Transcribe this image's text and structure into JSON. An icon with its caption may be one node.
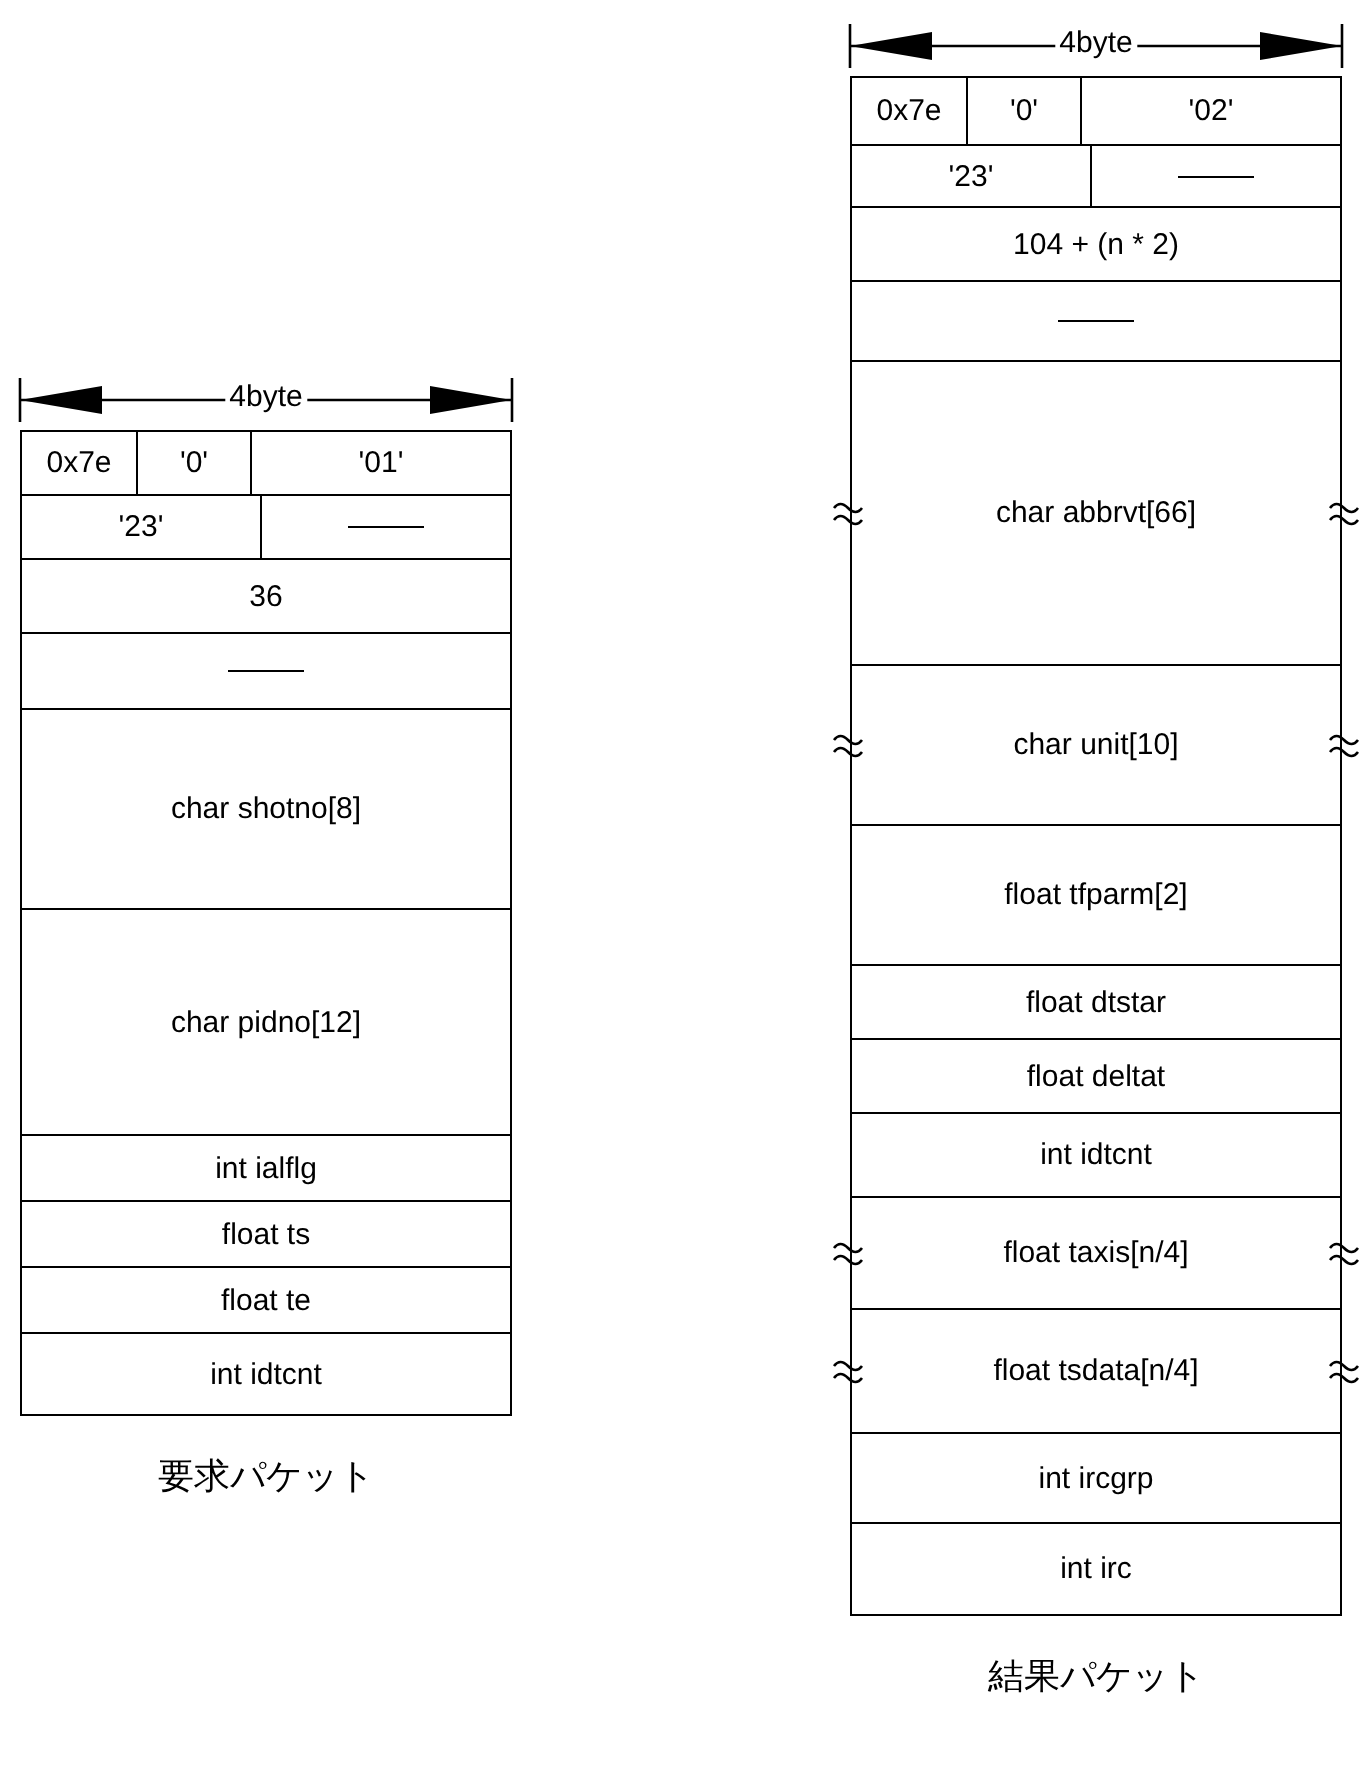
{
  "diagram": {
    "nodes": [
      {
        "text": [
          "要求パケット"
        ]
      },
      {
        "text": [
          "0x7e"
        ],
        "in": 0
      },
      {
        "text": [
          "'0'"
        ],
        "in": 0
      },
      {
        "text": [
          "'01'"
        ],
        "in": 0
      },
      {
        "text": [
          "'23'"
        ],
        "in": 0
      },
      {
        "text": [],
        "shape": "box",
        "in": 0
      },
      {
        "text": [
          "36"
        ],
        "in": 0
      },
      {
        "text": [],
        "shape": "box",
        "in": 0
      },
      {
        "text": [
          "char shotno[8]"
        ],
        "in": 0
      },
      {
        "text": [
          "char pidno[12]"
        ],
        "in": 0
      },
      {
        "text": [
          "int ialflg"
        ],
        "in": 0
      },
      {
        "text": [
          "float ts"
        ],
        "in": 0
      },
      {
        "text": [
          "float te"
        ],
        "in": 0
      },
      {
        "text": [
          "int idtcnt"
        ],
        "in": 0
      },
      {
        "text": [
          "結果パケット"
        ]
      },
      {
        "text": [
          "0x7e"
        ],
        "in": 14
      },
      {
        "text": [
          "'0'"
        ],
        "in": 14
      },
      {
        "text": [
          "'02'"
        ],
        "in": 14
      },
      {
        "text": [
          "'23'"
        ],
        "in": 14
      },
      {
        "text": [],
        "shape": "box",
        "in": 14
      },
      {
        "text": [
          "104 + (n * 2)"
        ],
        "in": 14
      },
      {
        "text": [],
        "shape": "box",
        "in": 14
      },
      {
        "text": [
          "char abbrvt[66]"
        ],
        "in": 14
      },
      {
        "text": [
          "char unit[10]"
        ],
        "in": 14
      },
      {
        "text": [
          "float tfparm[2]"
        ],
        "in": 14
      },
      {
        "text": [
          "float dtstar"
        ],
        "in": 14
      },
      {
        "text": [
          "float deltat"
        ],
        "in": 14
      },
      {
        "text": [
          "int idtcnt"
        ],
        "in": 14
      },
      {
        "text": [
          "float taxis[n/4]"
        ],
        "in": 14
      },
      {
        "text": [
          "float tsdata[n/4]"
        ],
        "in": 14
      },
      {
        "text": [
          "int ircgrp"
        ],
        "in": 14
      },
      {
        "text": [
          "int irc"
        ],
        "in": 14
      }
    ],
    "edges": [],
    "labels": [
      "4byte",
      "4byte"
    ]
  }
}
